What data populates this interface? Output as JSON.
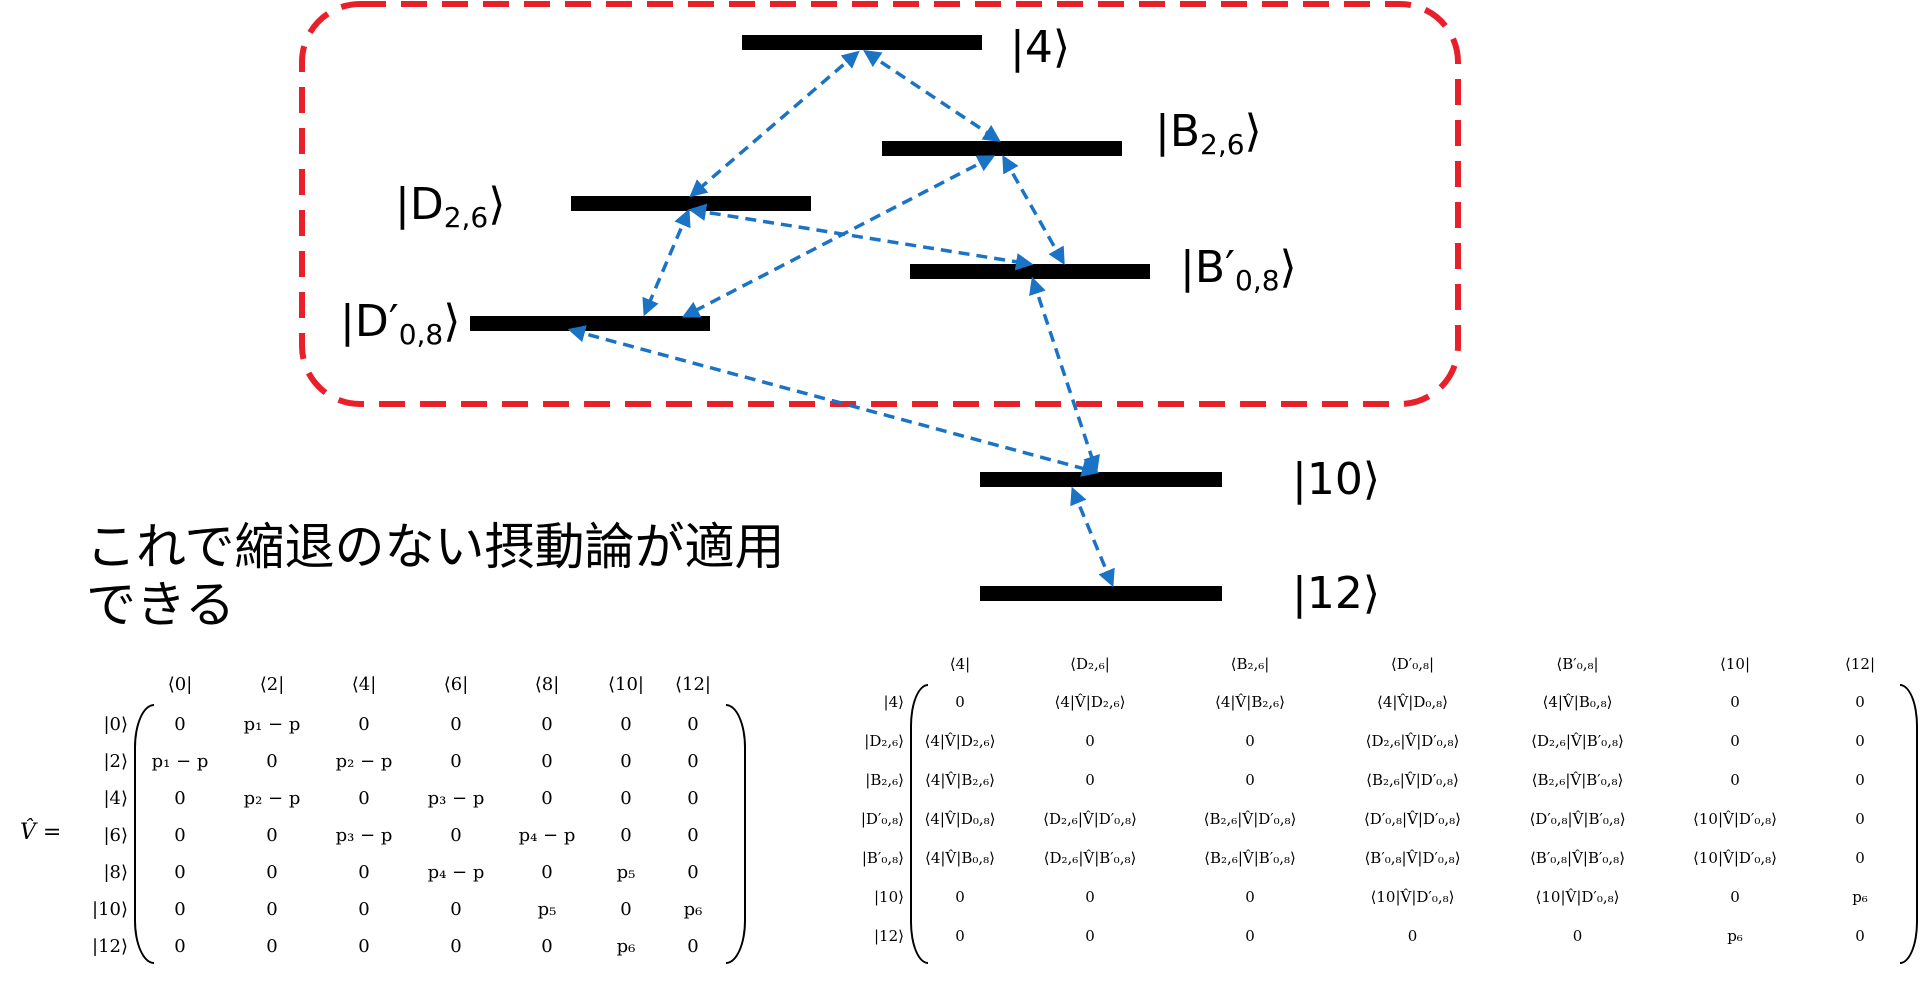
{
  "levels": {
    "l4": "|4⟩",
    "b26": {
      "main": "|B",
      "sub": "2,6",
      "close": "⟩"
    },
    "d26": {
      "main": "|D",
      "sub": "2,6",
      "close": "⟩"
    },
    "bp08": {
      "main": "|B′",
      "sub": "0,8",
      "close": "⟩"
    },
    "dp08": {
      "main": "|D′",
      "sub": "0,8",
      "close": "⟩"
    },
    "l10": "|10⟩",
    "l12": "|12⟩"
  },
  "note": {
    "line1": "これで縮退のない摂動論が適用",
    "line2": "できる"
  },
  "colors": {
    "arrow": "#1a73c4",
    "box": "#e8202a",
    "bar": "#000000"
  },
  "matrix_left": {
    "lhs": "V̂ =",
    "col_headers": [
      "⟨0|",
      "⟨2|",
      "⟨4|",
      "⟨6|",
      "⟨8|",
      "⟨10|",
      "⟨12|"
    ],
    "row_labels": [
      "|0⟩",
      "|2⟩",
      "|4⟩",
      "|6⟩",
      "|8⟩",
      "|10⟩",
      "|12⟩"
    ],
    "rows": [
      [
        "0",
        "p₁ − p",
        "0",
        "0",
        "0",
        "0",
        "0"
      ],
      [
        "p₁ − p",
        "0",
        "p₂ − p",
        "0",
        "0",
        "0",
        "0"
      ],
      [
        "0",
        "p₂ − p",
        "0",
        "p₃ − p",
        "0",
        "0",
        "0"
      ],
      [
        "0",
        "0",
        "p₃ − p",
        "0",
        "p₄ − p",
        "0",
        "0"
      ],
      [
        "0",
        "0",
        "0",
        "p₄ − p",
        "0",
        "p₅",
        "0"
      ],
      [
        "0",
        "0",
        "0",
        "0",
        "p₅",
        "0",
        "p₆"
      ],
      [
        "0",
        "0",
        "0",
        "0",
        "0",
        "p₆",
        "0"
      ]
    ]
  },
  "matrix_right": {
    "col_headers": [
      "⟨4|",
      "⟨D₂,₆|",
      "⟨B₂,₆|",
      "⟨D′₀,₈|",
      "⟨B′₀,₈|",
      "⟨10|",
      "⟨12|"
    ],
    "row_labels": [
      "|4⟩",
      "|D₂,₆⟩",
      "|B₂,₆⟩",
      "|D′₀,₈⟩",
      "|B′₀,₈⟩",
      "|10⟩",
      "|12⟩"
    ],
    "rows": [
      [
        "0",
        "⟨4|V̂|D₂,₆⟩",
        "⟨4|V̂|B₂,₆⟩",
        "⟨4|V̂|D₀,₈⟩",
        "⟨4|V̂|B₀,₈⟩",
        "0",
        "0"
      ],
      [
        "⟨4|V̂|D₂,₆⟩",
        "0",
        "0",
        "⟨D₂,₆|V̂|D′₀,₈⟩",
        "⟨D₂,₆|V̂|B′₀,₈⟩",
        "0",
        "0"
      ],
      [
        "⟨4|V̂|B₂,₆⟩",
        "0",
        "0",
        "⟨B₂,₆|V̂|D′₀,₈⟩",
        "⟨B₂,₆|V̂|B′₀,₈⟩",
        "0",
        "0"
      ],
      [
        "⟨4|V̂|D₀,₈⟩",
        "⟨D₂,₆|V̂|D′₀,₈⟩",
        "⟨B₂,₆|V̂|D′₀,₈⟩",
        "⟨D′₀,₈|V̂|D′₀,₈⟩",
        "⟨D′₀,₈|V̂|B′₀,₈⟩",
        "⟨10|V̂|D′₀,₈⟩",
        "0"
      ],
      [
        "⟨4|V̂|B₀,₈⟩",
        "⟨D₂,₆|V̂|B′₀,₈⟩",
        "⟨B₂,₆|V̂|B′₀,₈⟩",
        "⟨B′₀,₈|V̂|D′₀,₈⟩",
        "⟨B′₀,₈|V̂|B′₀,₈⟩",
        "⟨10|V̂|D′₀,₈⟩",
        "0"
      ],
      [
        "0",
        "0",
        "0",
        "⟨10|V̂|D′₀,₈⟩",
        "⟨10|V̂|D′₀,₈⟩",
        "0",
        "p₆"
      ],
      [
        "0",
        "0",
        "0",
        "0",
        "0",
        "p₆",
        "0"
      ]
    ]
  }
}
